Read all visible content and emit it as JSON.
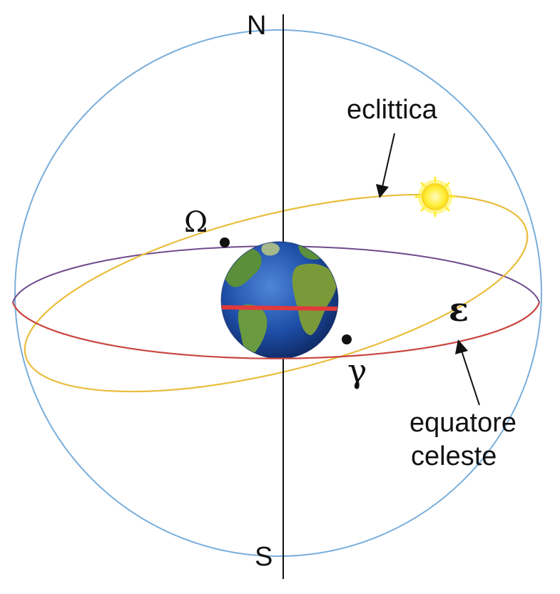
{
  "labels": {
    "north": "N",
    "south": "S",
    "ecliptic": "eclittica",
    "equator_line1": "equatore",
    "equator_line2": "celeste",
    "descending_node": "Ω",
    "vernal_point": "γ",
    "obliquity": "ε"
  },
  "colors": {
    "celestial_sphere": "#79aedb",
    "ecliptic": "#e9bd3c",
    "celestial_equator_front": "#c8453f",
    "celestial_equator_back": "#6f4a8c",
    "axis": "#111111",
    "sun": "#ffee33",
    "earth_ocean": "#1e4fa8",
    "earth_land": "#5b8f3a",
    "earth_equator": "#e23a3a"
  }
}
